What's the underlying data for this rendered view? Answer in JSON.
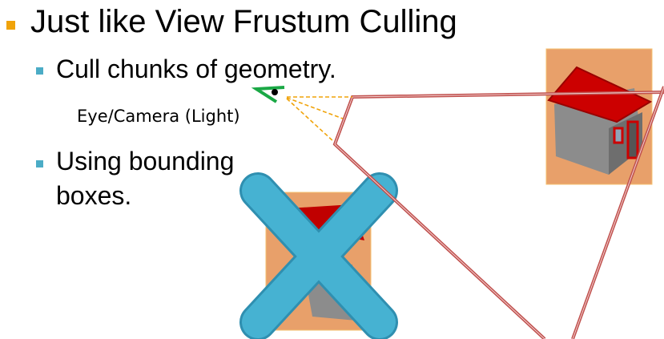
{
  "slide": {
    "title": "Just like View Frustum Culling",
    "bullets": [
      {
        "text": "Cull chunks of geometry."
      },
      {
        "text_line1": "Using bounding",
        "text_line2": "boxes."
      }
    ],
    "eye_label": "Eye/Camera (Light)",
    "colors": {
      "title_bullet": "#f0a30a",
      "sub_bullet": "#4bacc6",
      "frustum": "#c0504d",
      "box": "#e8a06a",
      "cross": "#3ea6c6",
      "roof": "#c00000",
      "rays": "#f0a30a",
      "eye": "#1aa845"
    }
  }
}
